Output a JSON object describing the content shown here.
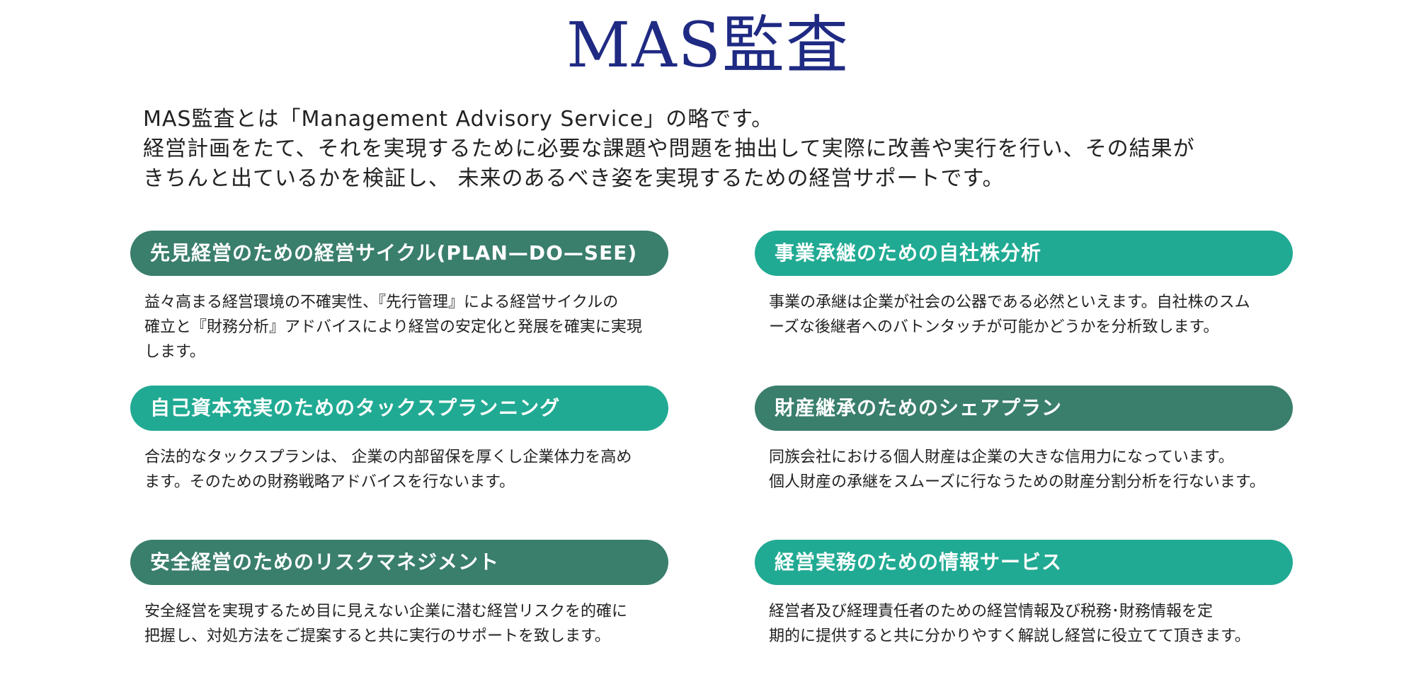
{
  "title": "MAS監査",
  "intro": {
    "line1": "MAS監査とは「Management Advisory Service」の略です。",
    "line2": "経営計画をたて、それを実現するために必要な課題や問題を抽出して実際に改善や実行を行い、その結果が",
    "line3": "きちんと出ているかを検証し、 未来のあるべき姿を実現するための経営サポートです。"
  },
  "colors": {
    "title": "#1f2a83",
    "pill_dark": "#3a7e6c",
    "pill_light": "#21aa93"
  },
  "sections": [
    {
      "heading": "先見経営のための経営サイクル(PLAN—DO—SEE)",
      "lines": [
        "益々高まる経営環境の不確実性、『先行管理』による経営サイクルの",
        "確立と『財務分析』アドバイスにより経営の安定化と発展を確実に実現",
        "します。"
      ]
    },
    {
      "heading": "事業承継のための自社株分析",
      "lines": [
        "事業の承継は企業が社会の公器である必然といえます。自社株のスム",
        "ーズな後継者へのバトンタッチが可能かどうかを分析致します。"
      ]
    },
    {
      "heading": "自己資本充実のためのタックスプランニング",
      "lines": [
        "合法的なタックスプランは、 企業の内部留保を厚くし企業体力を高め",
        "ます。そのための財務戦略アドバイスを行ないます。"
      ]
    },
    {
      "heading": "財産継承のためのシェアプラン",
      "lines": [
        "同族会社における個人財産は企業の大きな信用力になっています。",
        "個人財産の承継をスムーズに行なうための財産分割分析を行ないます。"
      ]
    },
    {
      "heading": "安全経営のためのリスクマネジメント",
      "lines": [
        "安全経営を実現するため目に見えない企業に潜む経営リスクを的確に",
        "把握し、対処方法をご提案すると共に実行のサポートを致します。"
      ]
    },
    {
      "heading": "経営実務のための情報サービス",
      "lines": [
        "経営者及び経理責任者のための経営情報及び税務･財務情報を定",
        "期的に提供すると共に分かりやすく解説し経営に役立てて頂きます。"
      ]
    }
  ]
}
